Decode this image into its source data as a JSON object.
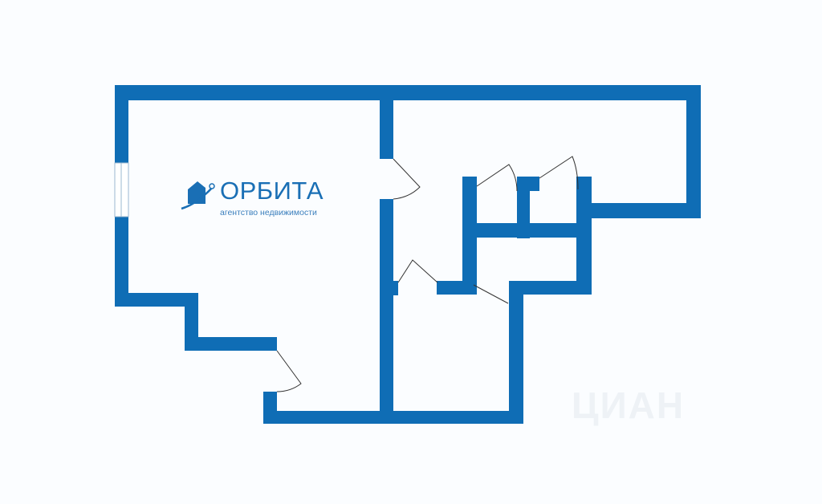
{
  "logo": {
    "name": "ОРБИТА",
    "tagline": "агентство недвижимости"
  },
  "watermark": "ЦИАН",
  "colors": {
    "wall": "#0f6db5",
    "background": "#fbfdff",
    "door_line": "#333333"
  }
}
